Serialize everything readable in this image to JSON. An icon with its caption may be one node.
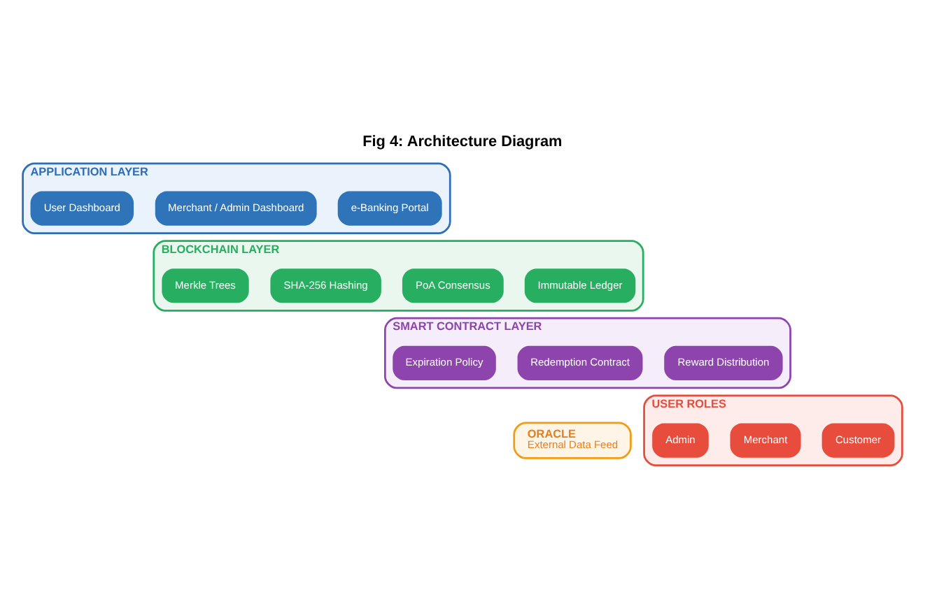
{
  "diagram": {
    "title": "Fig 4: Architecture Diagram",
    "nodes": [
      {
        "text": [
          "APPLICATION LAYER"
        ]
      },
      {
        "text": [
          "e-Banking Portal"
        ],
        "in": 0
      },
      {
        "text": [
          "Merchant / Admin Dashboard"
        ],
        "in": 0
      },
      {
        "text": [
          "User Dashboard"
        ],
        "in": 0
      },
      {
        "text": [
          "BLOCKCHAIN LAYER"
        ]
      },
      {
        "text": [
          "Immutable Ledger"
        ],
        "in": 4
      },
      {
        "text": [
          "PoA Consensus"
        ],
        "in": 4
      },
      {
        "text": [
          "SHA-256 Hashing"
        ],
        "in": 4
      },
      {
        "text": [
          "Merkle Trees"
        ],
        "in": 4
      },
      {
        "text": [
          "SMART CONTRACT LAYER"
        ]
      },
      {
        "text": [
          "Reward Distribution"
        ],
        "in": 9
      },
      {
        "text": [
          "Redemption Contract"
        ],
        "in": 9
      },
      {
        "text": [
          "Expiration Policy"
        ],
        "in": 9
      },
      {
        "text": [
          "ORACLE",
          "External Data Feed"
        ]
      },
      {
        "text": [
          "USER ROLES"
        ]
      },
      {
        "text": [
          "Customer"
        ],
        "in": 14
      },
      {
        "text": [
          "Merchant"
        ],
        "in": 14
      },
      {
        "text": [
          "Admin"
        ],
        "in": 14
      }
    ]
  }
}
